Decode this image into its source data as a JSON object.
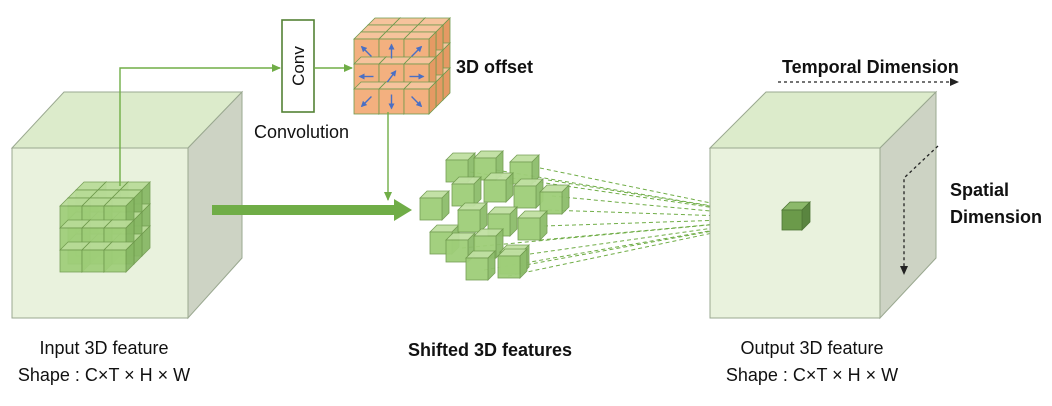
{
  "labels": {
    "conv_box": "Conv",
    "convolution": "Convolution",
    "offset": "3D offset",
    "temporal": "Temporal Dimension",
    "spatial_line1": "Spatial",
    "spatial_line2": "Dimension",
    "input_title": "Input 3D feature",
    "input_shape": "Shape : C×T × H × W",
    "shifted": "Shifted 3D features",
    "output_title": "Output 3D feature",
    "output_shape": "Shape : C×T × H × W"
  },
  "colors": {
    "volume_front": "#e9f2dd",
    "volume_top": "#dcebcb",
    "volume_side": "#cdd3c4",
    "cube_green": "#9fce79",
    "cube_edge": "#6f9a4d",
    "offset_orange": "#f3b07f",
    "offset_edge": "#6f9a4d",
    "arrow_blue": "#4a6fc4",
    "connector_green": "#70ad47",
    "output_cube": "#6b9a4a"
  }
}
